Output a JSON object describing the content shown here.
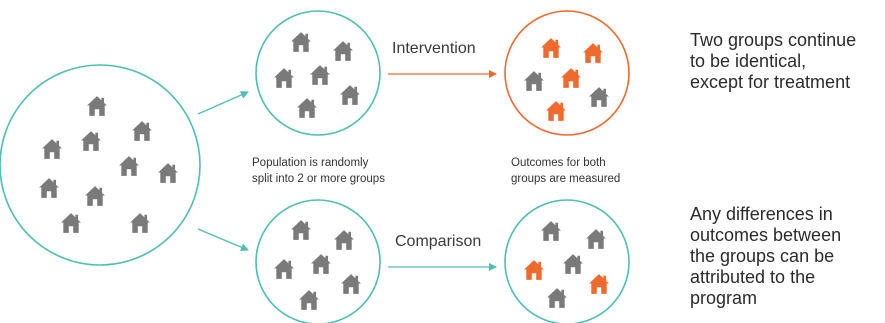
{
  "labels": {
    "intervention": "Intervention",
    "comparison": "Comparison",
    "split_line1": "Population is randomly",
    "split_line2": "split into 2 or more groups",
    "measure_line1": "Outcomes for both",
    "measure_line2": "groups are measured"
  },
  "notes": {
    "top_line1": "Two groups continue",
    "top_line2": "to be identical,",
    "top_line3": "except for treatment",
    "bottom_line1": "Any differences in",
    "bottom_line2": "outcomes between",
    "bottom_line3": "the groups can be",
    "bottom_line4": "attributed to the",
    "bottom_line5": "program"
  },
  "colors": {
    "circle": "#4dbfb3",
    "house": "#7a7a7a",
    "treated_house": "#ef6a2c",
    "intervention_arrow": "#ef6a2c",
    "arrow": "#4dbfb3"
  },
  "icons": {
    "house": "house-icon"
  }
}
